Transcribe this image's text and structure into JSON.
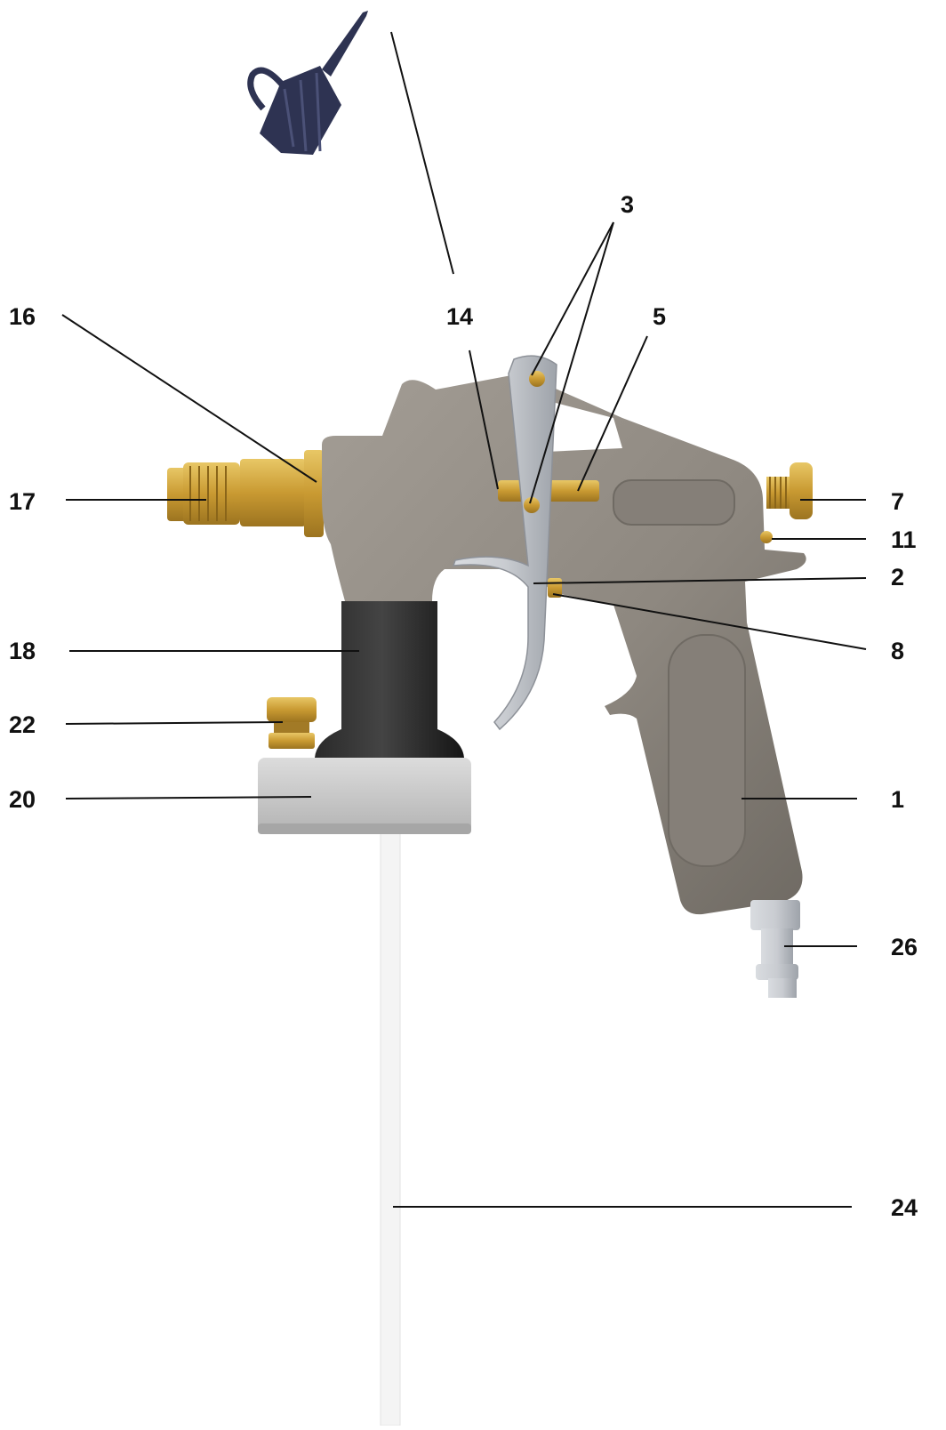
{
  "colors": {
    "body_metal": "#8e8880",
    "body_metal_dark": "#6f6a63",
    "brass": "#c99a32",
    "brass_light": "#e8c766",
    "steel": "#c9ccd1",
    "steel_dark": "#9ea3aa",
    "black_tube": "#1e1e1e",
    "cap_silver": "#c7c7c7",
    "suction_tube": "#f4f4f4",
    "oil_can": "#2e3352",
    "leader_line": "#111111"
  },
  "icons": {
    "oil_can": "oil-can-icon"
  },
  "callouts": {
    "c1": "1",
    "c2": "2",
    "c3": "3",
    "c5": "5",
    "c7": "7",
    "c8": "8",
    "c11": "11",
    "c14": "14",
    "c16": "16",
    "c17": "17",
    "c18": "18",
    "c20": "20",
    "c22": "22",
    "c24": "24",
    "c26": "26"
  }
}
